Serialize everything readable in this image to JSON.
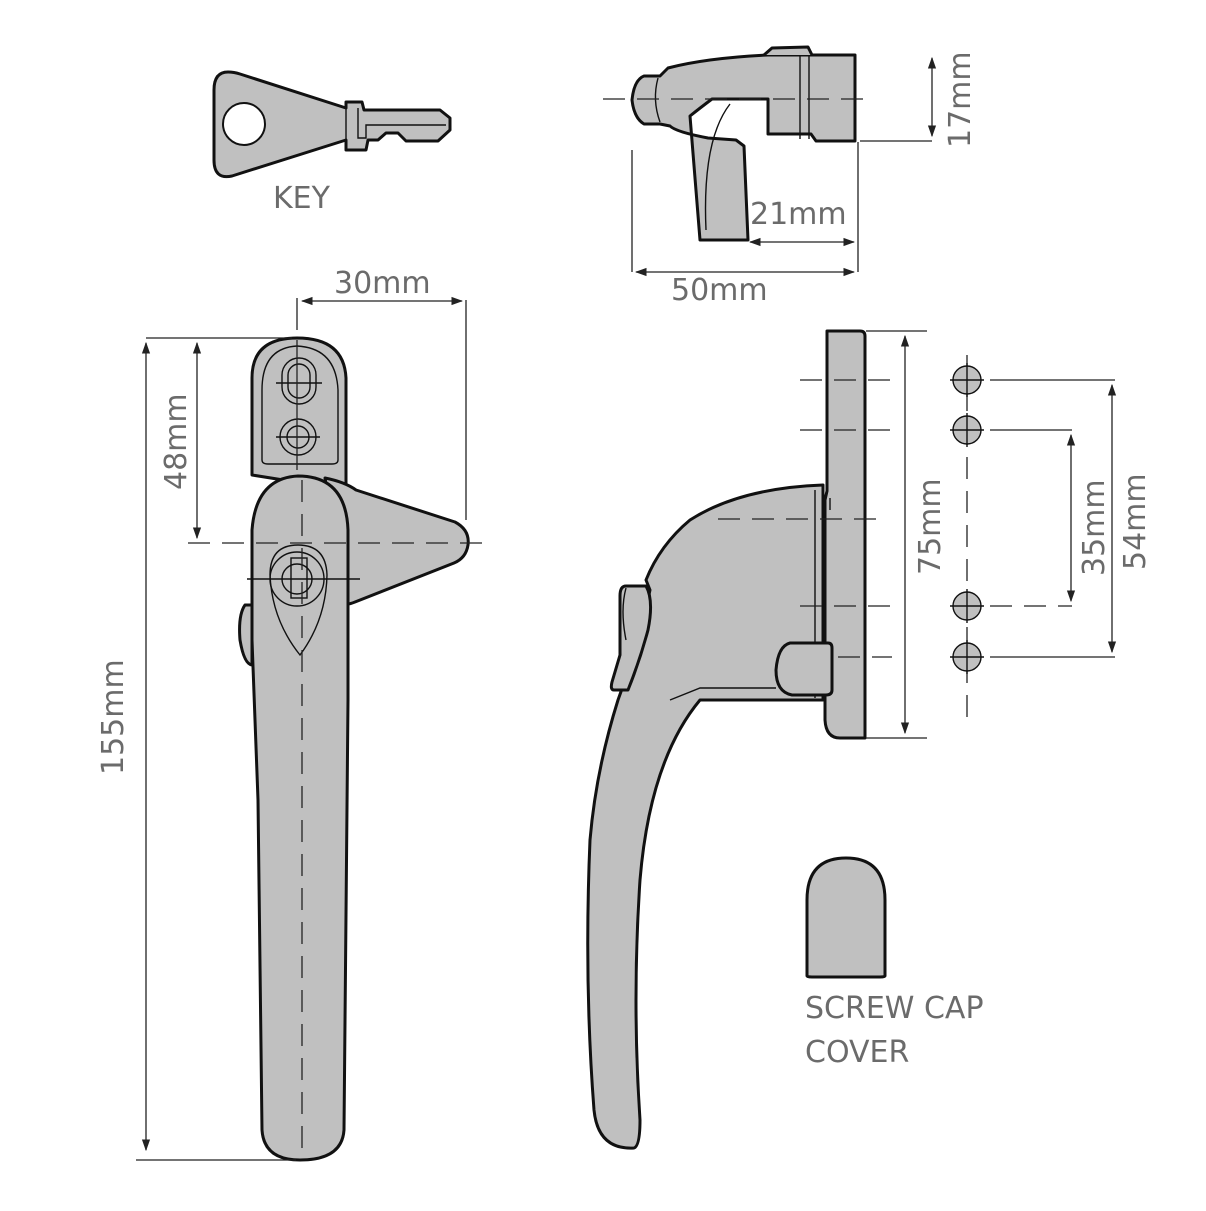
{
  "diagram": {
    "title": "Window handle dimension drawing",
    "colors": {
      "part_fill": "#c0c0c0",
      "outline": "#111111",
      "label_text": "#6b6b6b",
      "background": "#ffffff"
    },
    "components": {
      "key": {
        "label": "KEY"
      },
      "screw_cap": {
        "label_line1": "SCREW CAP",
        "label_line2": "COVER"
      }
    },
    "views": {
      "top_view": {
        "dimensions": {
          "height": "17mm",
          "spindle_length": "21mm",
          "overall_depth": "50mm"
        }
      },
      "front_view": {
        "dimensions": {
          "width": "30mm",
          "top_to_center": "48mm",
          "overall_length": "155mm"
        }
      },
      "side_view": {
        "dimensions": {
          "backplate_height": "75mm"
        }
      },
      "fixing_holes": {
        "hole_count": 4,
        "dimensions": {
          "inner_centers": "35mm",
          "outer_centers": "54mm"
        }
      }
    }
  }
}
